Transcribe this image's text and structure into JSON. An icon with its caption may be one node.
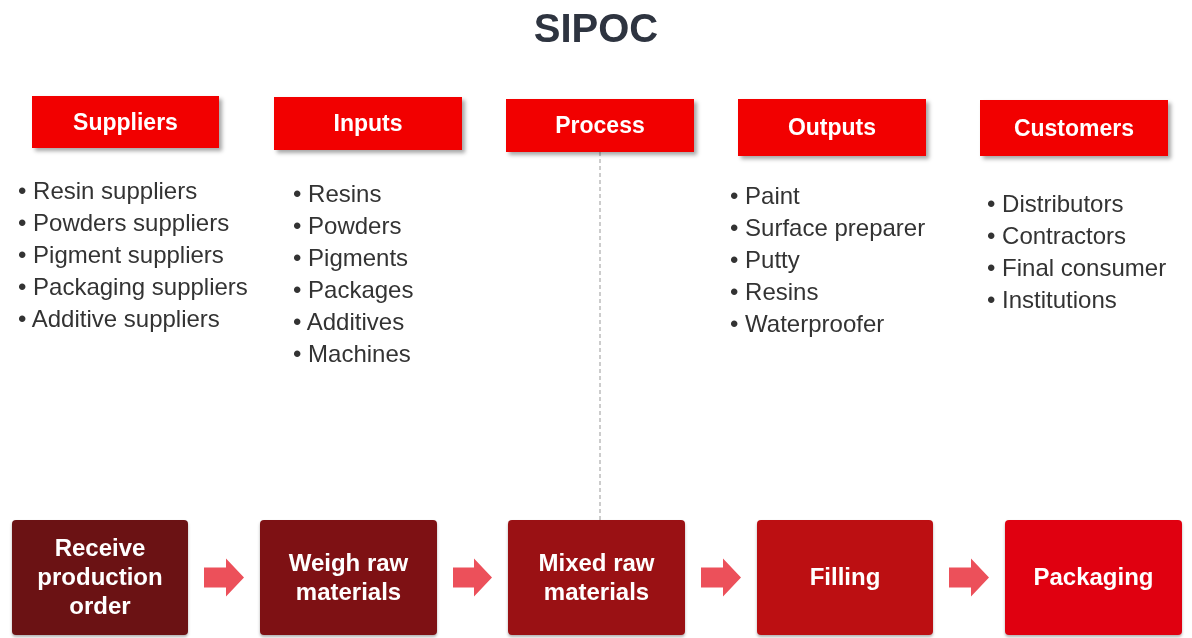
{
  "diagram": {
    "title": "SIPOC",
    "nodes": [
      {
        "text": [
          "Suppliers"
        ],
        "beside": [
          "• Resin suppliers",
          "• Powders suppliers",
          "• Pigment suppliers",
          "• Packaging suppliers",
          "• Additive suppliers"
        ]
      },
      {
        "text": [
          "Inputs"
        ],
        "beside": [
          "• Resins",
          "• Powders",
          "• Pigments",
          "• Packages",
          "• Additives",
          "• Machines"
        ]
      },
      {
        "text": [
          "Process"
        ]
      },
      {
        "text": [
          "Outputs"
        ],
        "beside": [
          "• Paint",
          "• Surface preparer",
          "• Putty",
          "• Resins",
          "• Waterproofer"
        ]
      },
      {
        "text": [
          "Customers"
        ],
        "beside": [
          "• Distributors",
          "• Contractors",
          "• Final consumer",
          "• Institutions"
        ]
      },
      {
        "text": [
          "Receive production order"
        ]
      },
      {
        "text": [
          "Weigh raw materials"
        ]
      },
      {
        "text": [
          "Mixed raw materials"
        ]
      },
      {
        "text": [
          "Filling"
        ]
      },
      {
        "text": [
          "Packaging"
        ]
      }
    ],
    "edges": [
      {
        "from": 2,
        "to": 7,
        "arrow": "none",
        "style": "dashed",
        "color": "#999999"
      },
      {
        "from": 5,
        "to": 6,
        "arrow": "to"
      },
      {
        "from": 6,
        "to": 7,
        "arrow": "to"
      },
      {
        "from": 7,
        "to": 8,
        "arrow": "to"
      },
      {
        "from": 8,
        "to": 9,
        "arrow": "to"
      }
    ]
  }
}
